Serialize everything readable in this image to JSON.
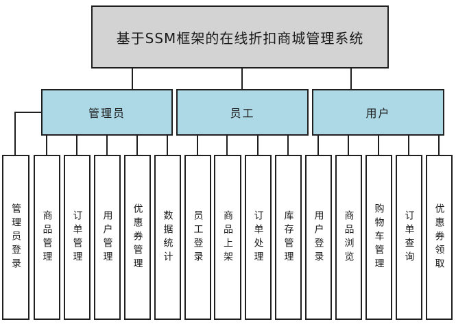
{
  "colors": {
    "background": "#ffffff",
    "root_fill": "#d3d3d3",
    "category_fill": "#add8e6",
    "leaf_fill": "#ffffff",
    "border": "#1f1f1f",
    "text": "#1a1a1a"
  },
  "diagram": {
    "title": "基于SSM框架的在线折扣商城管理系统",
    "categories": [
      {
        "label": "管理员",
        "children": [
          "管理员登录",
          "商品管理",
          "订单管理",
          "用户管理",
          "优惠券管理",
          "数据统计"
        ]
      },
      {
        "label": "员工",
        "children": [
          "员工登录",
          "商品上架",
          "订单处理",
          "库存管理"
        ]
      },
      {
        "label": "用户",
        "children": [
          "用户登录",
          "商品浏览",
          "购物车管理",
          "订单查询",
          "优惠券领取"
        ]
      }
    ]
  }
}
